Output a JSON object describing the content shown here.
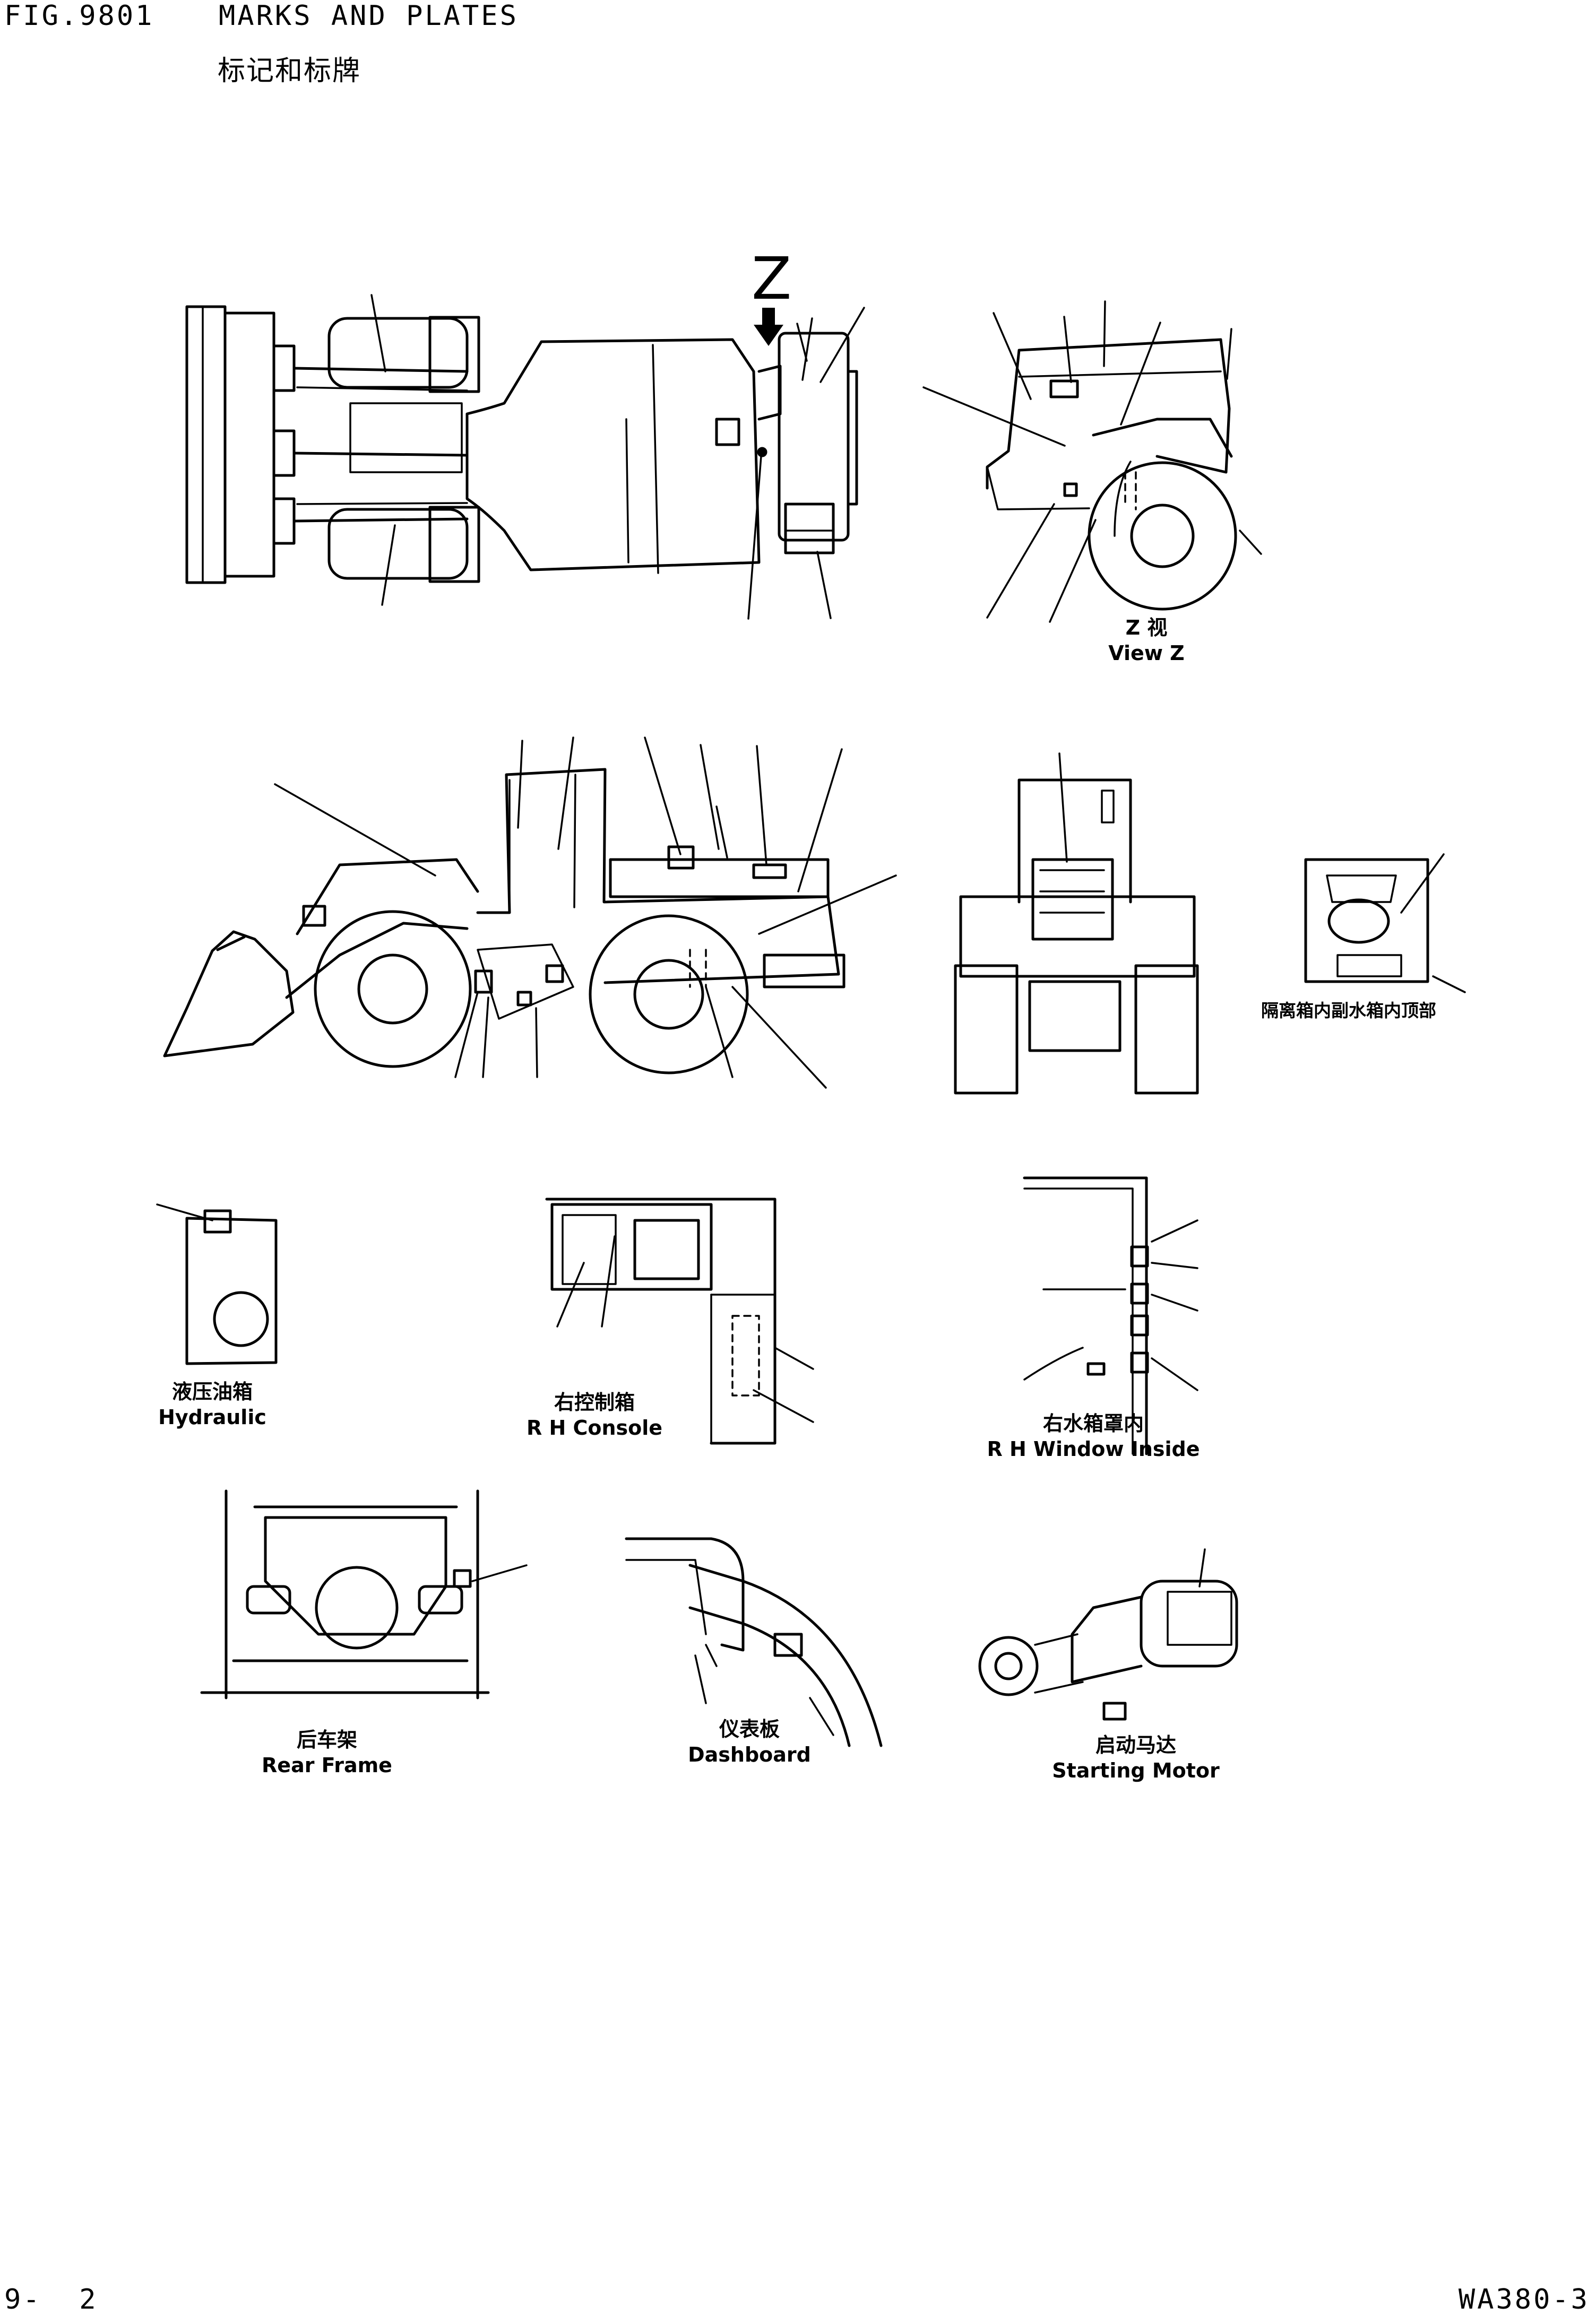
{
  "header": {
    "fig_no": "FIG.9801",
    "title_en": "MARKS AND PLATES",
    "title_cn": "标记和标牌"
  },
  "diagram": {
    "arrow_label": "Z",
    "view_z": {
      "cn": "Z 视",
      "en": "View Z"
    },
    "subtank_note": "隔离箱内副水箱内顶部",
    "hydraulic": {
      "cn": "液压油箱",
      "en": "Hydraulic"
    },
    "rh_console": {
      "cn": "右控制箱",
      "en": "R H  Console"
    },
    "rh_window": {
      "cn": "右水箱罩内",
      "en": "R H  Window Inside"
    },
    "rear_frame": {
      "cn": "后车架",
      "en": "Rear Frame"
    },
    "dashboard": {
      "cn": "仪表板",
      "en": "Dashboard"
    },
    "starting_motor": {
      "cn": "启动马达",
      "en": "Starting Motor"
    }
  },
  "footer": {
    "page": "9-  2",
    "model": "WA380-3"
  }
}
